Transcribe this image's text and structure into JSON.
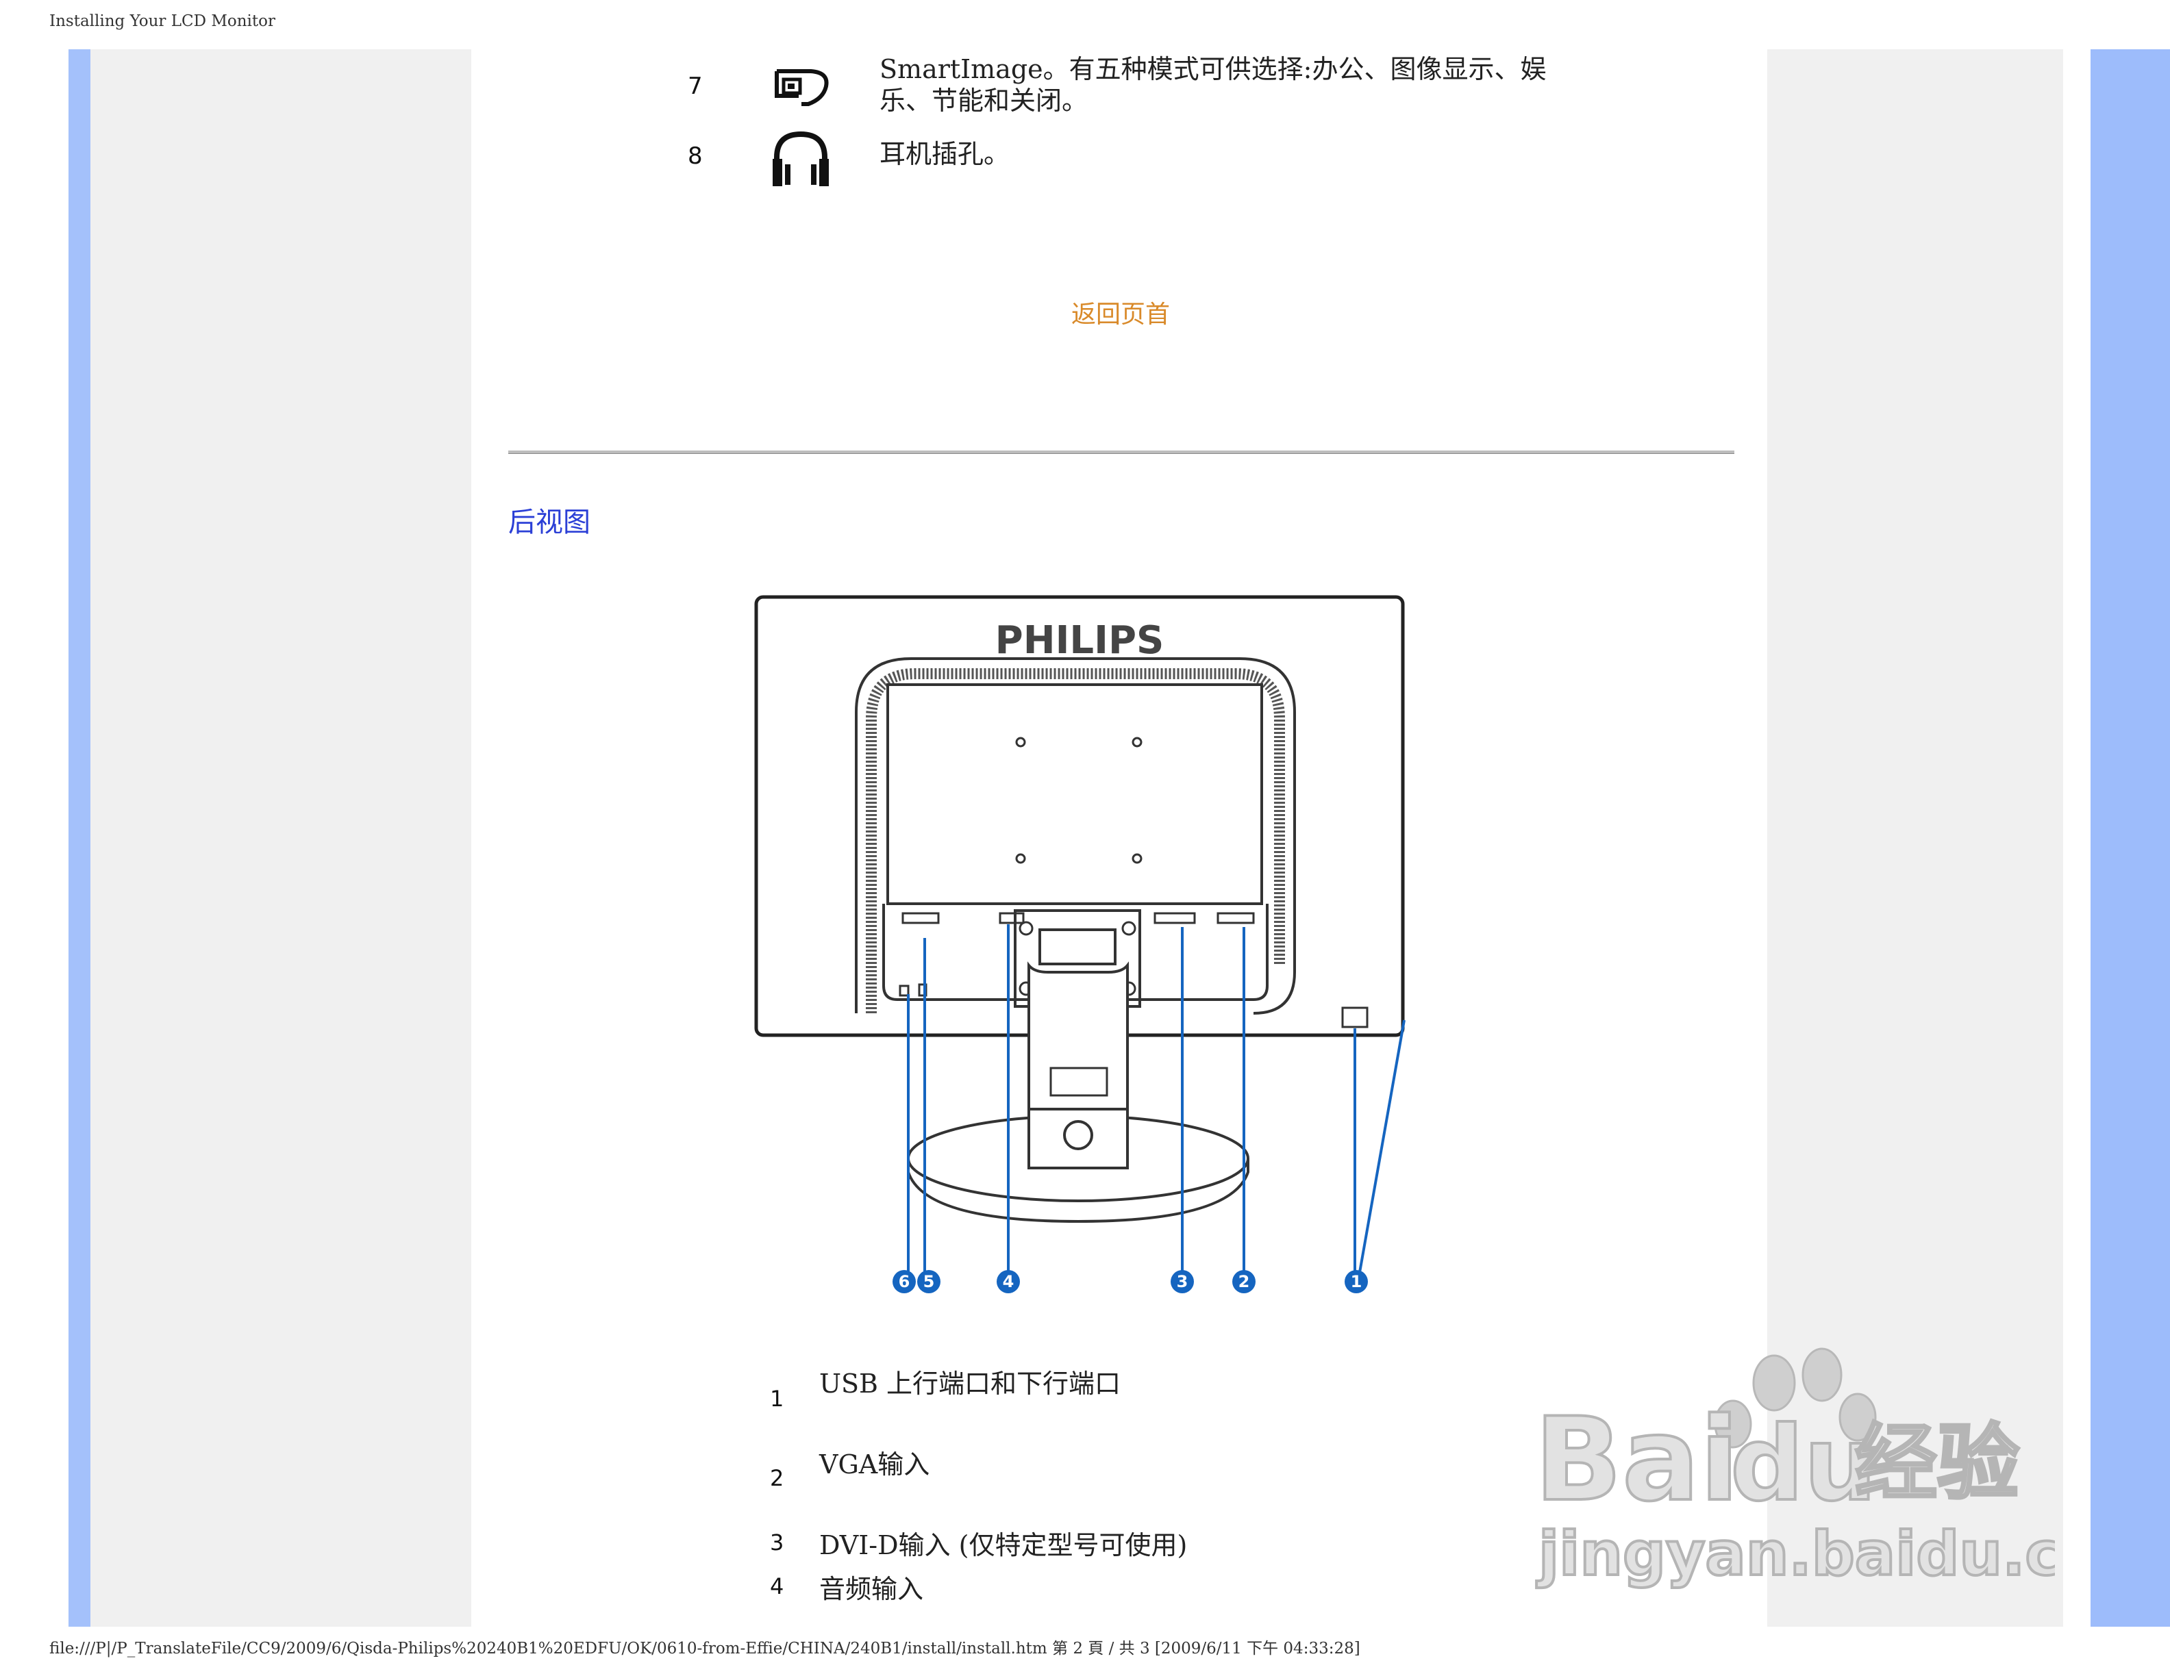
{
  "header": {
    "title": "Installing Your LCD Monitor"
  },
  "controls": [
    {
      "number": "7",
      "icon": "smartimage-icon",
      "text_line1": "SmartImage。有五种模式可供选择:办公、图像显示、娱",
      "text_line2": "乐、节能和关闭。"
    },
    {
      "number": "8",
      "icon": "headphone-icon",
      "text_line1": "耳机插孔。"
    }
  ],
  "back_link": "返回页首",
  "section_title": "后视图",
  "rear_view": {
    "brand": "PHILIPS",
    "callouts": [
      "6",
      "5",
      "4",
      "3",
      "2",
      "1"
    ]
  },
  "legend": [
    {
      "number": "1",
      "text": "USB 上行端口和下行端口"
    },
    {
      "number": "2",
      "text": "VGA输入"
    },
    {
      "number": "3",
      "text": "DVI-D输入 (仅特定型号可使用)"
    },
    {
      "number": "4",
      "text": "音频输入"
    }
  ],
  "watermark": {
    "line1": "Bai",
    "line2": "du",
    "line3": "经验",
    "line4": "jingyan.baidu.com"
  },
  "footer": {
    "path": "file:///P|/P_TranslateFile/CC9/2009/6/Qisda-Philips%20240B1%20EDFU/OK/0610-from-Effie/CHINA/240B1/install/install.htm 第 2 頁 / 共 3 [2009/6/11 下午 04:33:28]"
  },
  "colors": {
    "frame_blue": "#a4c1fb",
    "frame_gray": "#f0f0f0",
    "link_orange": "#d98a2a",
    "section_blue": "#2b3fd6",
    "callout_blue": "#1565c0"
  }
}
